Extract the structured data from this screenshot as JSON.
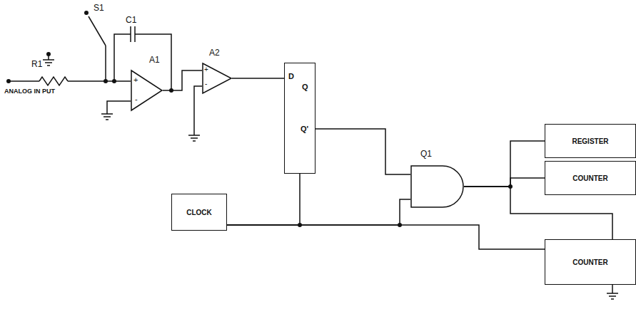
{
  "diagram": {
    "nodes": [
      {
        "text": [
          "A1"
        ]
      },
      {
        "text": [
          "A2"
        ]
      },
      {
        "text": [
          "D",
          "Q",
          "Q'"
        ]
      },
      {
        "text": [
          "Q1"
        ]
      },
      {
        "text": [
          "REGISTER"
        ]
      },
      {
        "text": [
          "COUNTER"
        ]
      },
      {
        "text": [
          "CLOCK"
        ]
      },
      {
        "text": [
          "COUNTER"
        ]
      }
    ],
    "edges": [
      {
        "from": 0,
        "to": 1,
        "arrow": "none"
      },
      {
        "from": 1,
        "to": 2,
        "arrow": "none"
      },
      {
        "from": 2,
        "to": 3,
        "arrow": "none"
      },
      {
        "from": 3,
        "to": 4,
        "arrow": "none"
      },
      {
        "from": 3,
        "to": 5,
        "arrow": "none"
      },
      {
        "from": 6,
        "to": 2,
        "arrow": "none"
      },
      {
        "from": 6,
        "to": 3,
        "arrow": "none"
      },
      {
        "from": 3,
        "to": 7,
        "arrow": "none"
      },
      {
        "from": 6,
        "to": 7,
        "arrow": "none"
      }
    ],
    "labels": [
      "R1",
      "ANALOG IN PUT",
      "S1",
      "C1",
      "+",
      "-",
      "+",
      "-"
    ]
  }
}
